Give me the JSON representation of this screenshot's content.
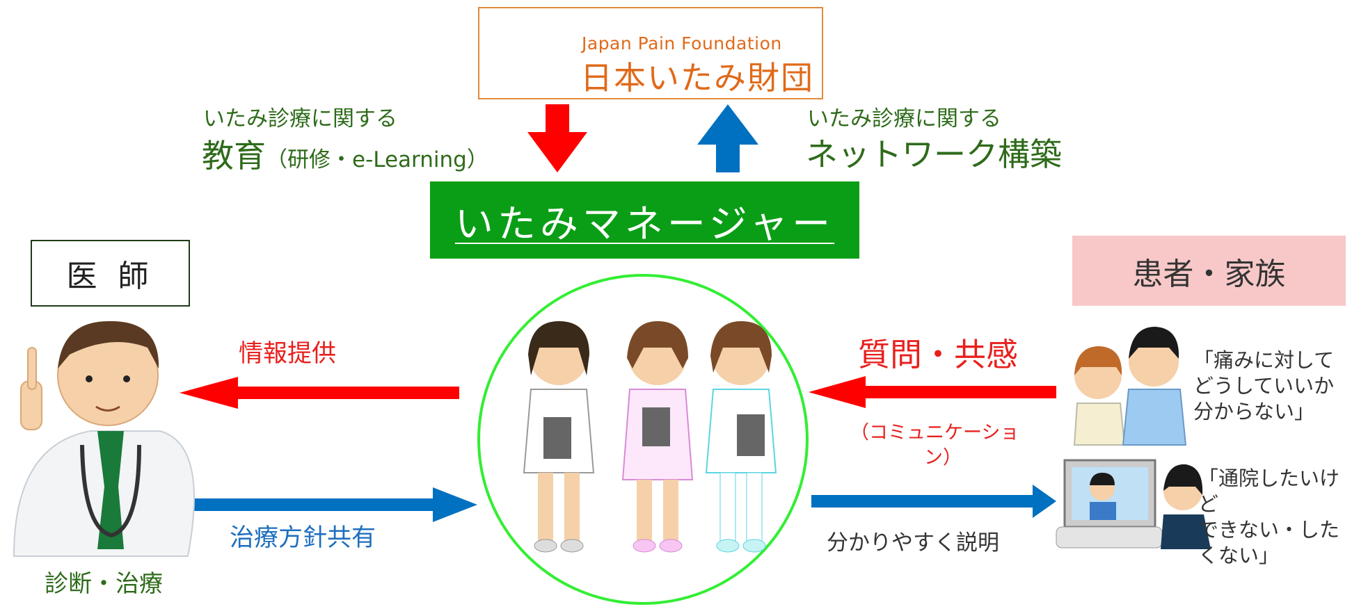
{
  "logo": {
    "en": "Japan Pain Foundation",
    "jp": "日本いたみ財団",
    "colors": {
      "orange": "#f29a12",
      "yellow": "#e0e01a",
      "water": "#7fc6e6"
    }
  },
  "top_left": {
    "line1": "いたみ診療に関する",
    "line2_big": "教育",
    "line2_small": "（研修・e-Learning）"
  },
  "top_right": {
    "line1": "いたみ診療に関する",
    "line2": "ネットワーク構築"
  },
  "manager": {
    "label": "いたみマネージャー"
  },
  "doctor": {
    "box_label": "医 師",
    "caption": "診断・治療",
    "arrow_to_doctor": "情報提供",
    "arrow_from_doctor": "治療方針共有"
  },
  "family": {
    "box_label": "患者・家族",
    "arrow_from_family": "質問・共感",
    "arrow_from_family_sub1": "（コミュニケーショ",
    "arrow_from_family_sub2": "ン）",
    "arrow_to_family": "分かりやすく説明",
    "quote1": [
      "「痛みに対して",
      "どうしていいか",
      "分からない」"
    ],
    "quote2": [
      "「通院したいけ",
      "ど",
      "できない・した",
      "くない」"
    ]
  },
  "colors": {
    "red_arrow": "#ff0000",
    "blue_arrow": "#0070c0",
    "manager_green": "#0a9e16",
    "circle_green": "#33ee33",
    "text_green": "#2e6b1a"
  },
  "icons": [
    "doctor-illustration",
    "nurses-illustration",
    "couple-illustration",
    "telemedicine-illustration"
  ]
}
